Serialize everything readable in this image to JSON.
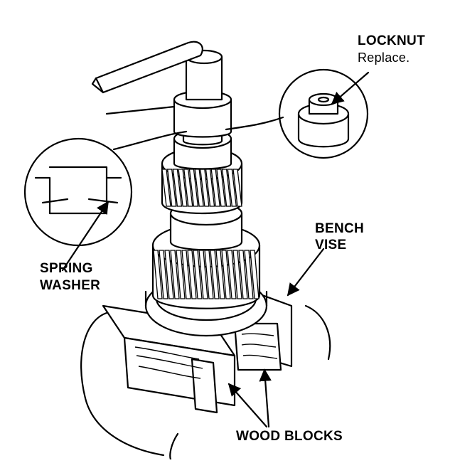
{
  "labels": {
    "locknut": "LOCKNUT",
    "locknut_note": "Replace.",
    "bench_vise_1": "BENCH",
    "bench_vise_2": "VISE",
    "spring_washer_1": "SPRING",
    "spring_washer_2": "WASHER",
    "wood_blocks": "WOOD BLOCKS"
  },
  "colors": {
    "ink": "#000000",
    "paper": "#ffffff"
  }
}
